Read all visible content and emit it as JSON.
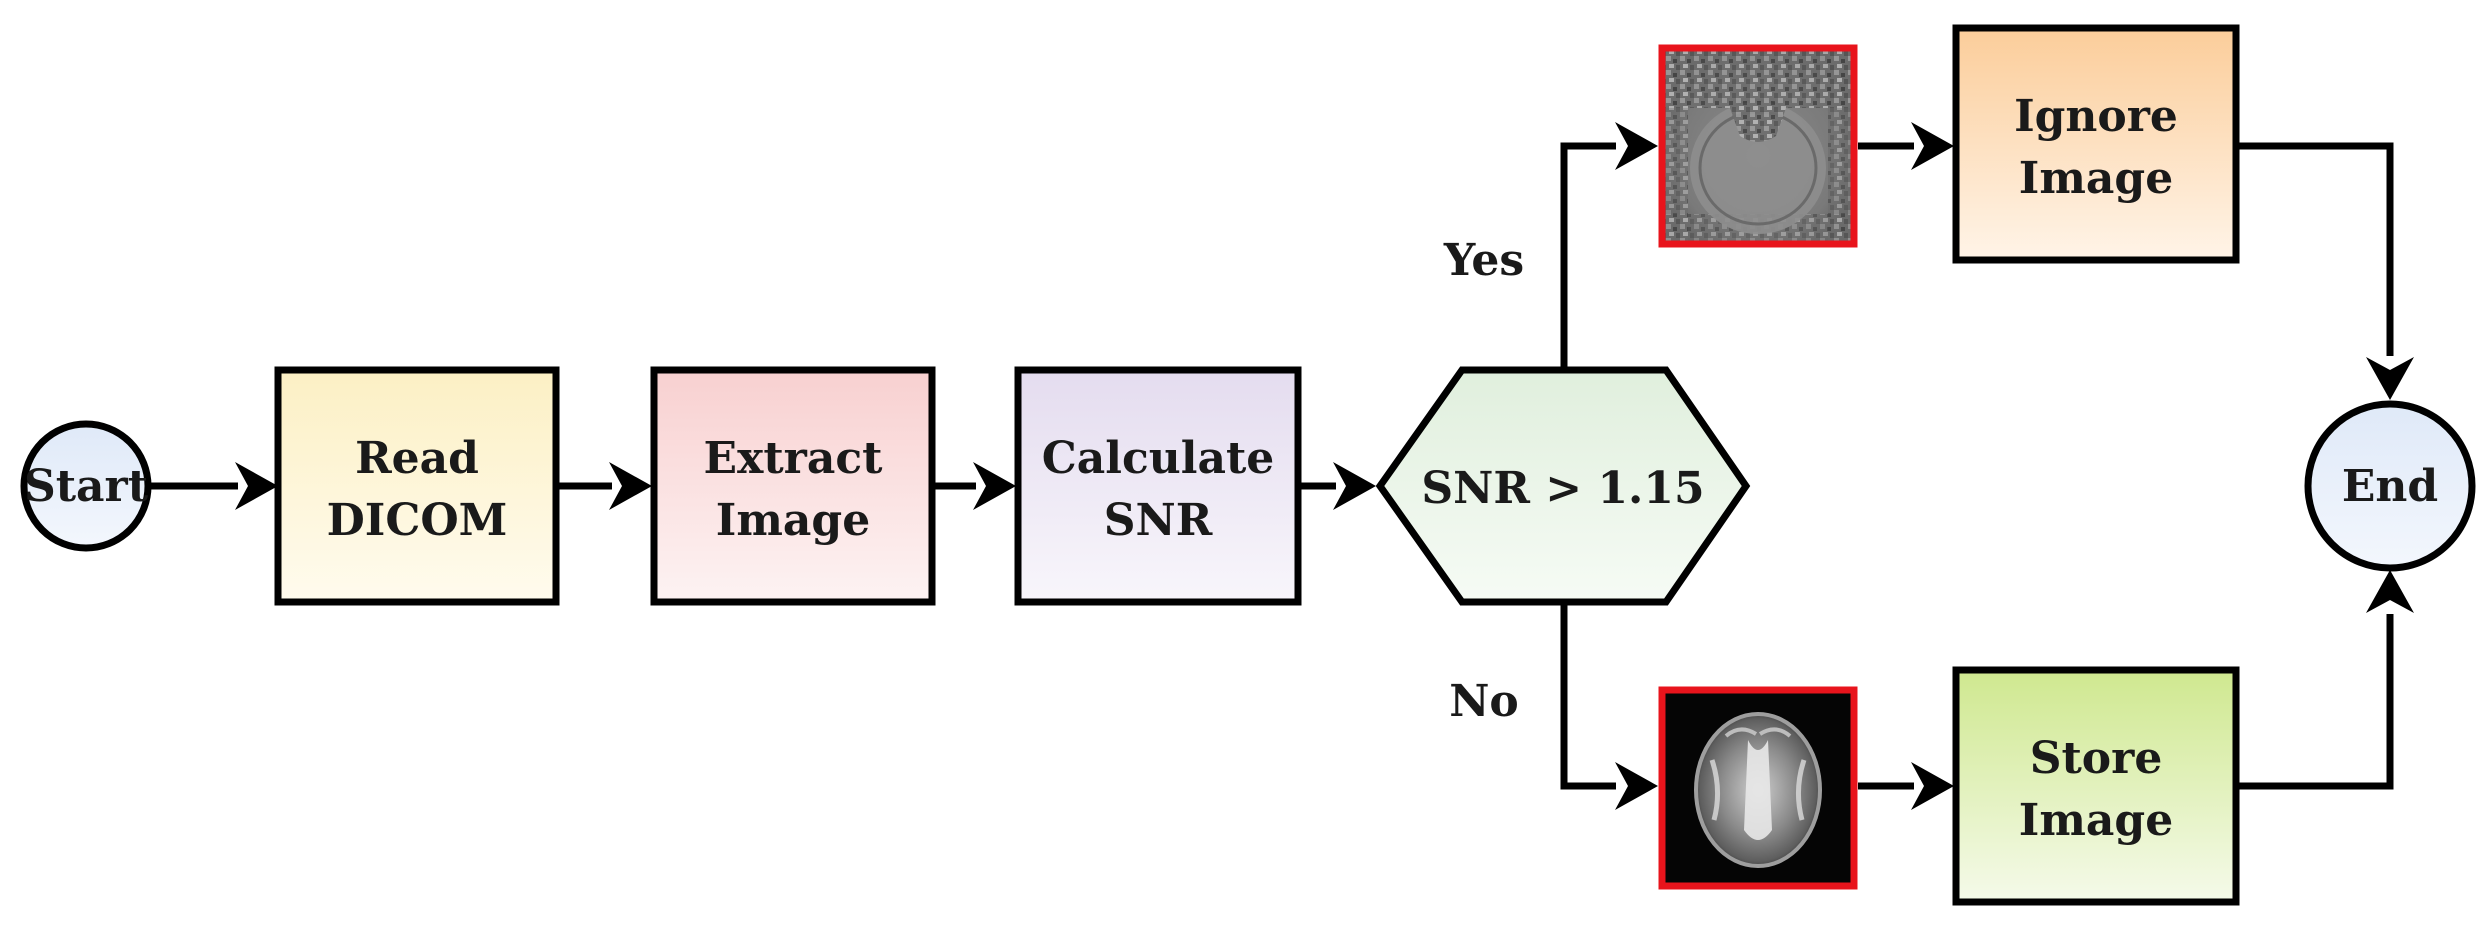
{
  "nodes": {
    "start": {
      "label": "Start"
    },
    "read": {
      "lines": [
        "Read",
        "DICOM"
      ]
    },
    "extract": {
      "lines": [
        "Extract",
        "Image"
      ]
    },
    "calc": {
      "lines": [
        "Calculate",
        "SNR"
      ]
    },
    "decision": {
      "label": "SNR > 1.15"
    },
    "ignore": {
      "lines": [
        "Ignore",
        "Image"
      ]
    },
    "store": {
      "lines": [
        "Store",
        "Image"
      ]
    },
    "end": {
      "label": "End"
    }
  },
  "branches": {
    "yes": "Yes",
    "no": "No"
  },
  "images": {
    "noisy": {
      "icon": "noisy-mri-thumbnail",
      "border_color": "#e8141c"
    },
    "clean": {
      "icon": "brain-mri-thumbnail",
      "border_color": "#e8141c"
    }
  },
  "colors": {
    "start_fill": "#dfe9f8",
    "read_fill": "#fcf0c4",
    "extract_fill": "#f8d0d0",
    "calc_fill": "#e4dcef",
    "decision_fill": "#e0efdd",
    "ignore_fill": "#fbcd9a",
    "store_fill": "#cfe88f",
    "end_fill": "#dfe9f8"
  }
}
